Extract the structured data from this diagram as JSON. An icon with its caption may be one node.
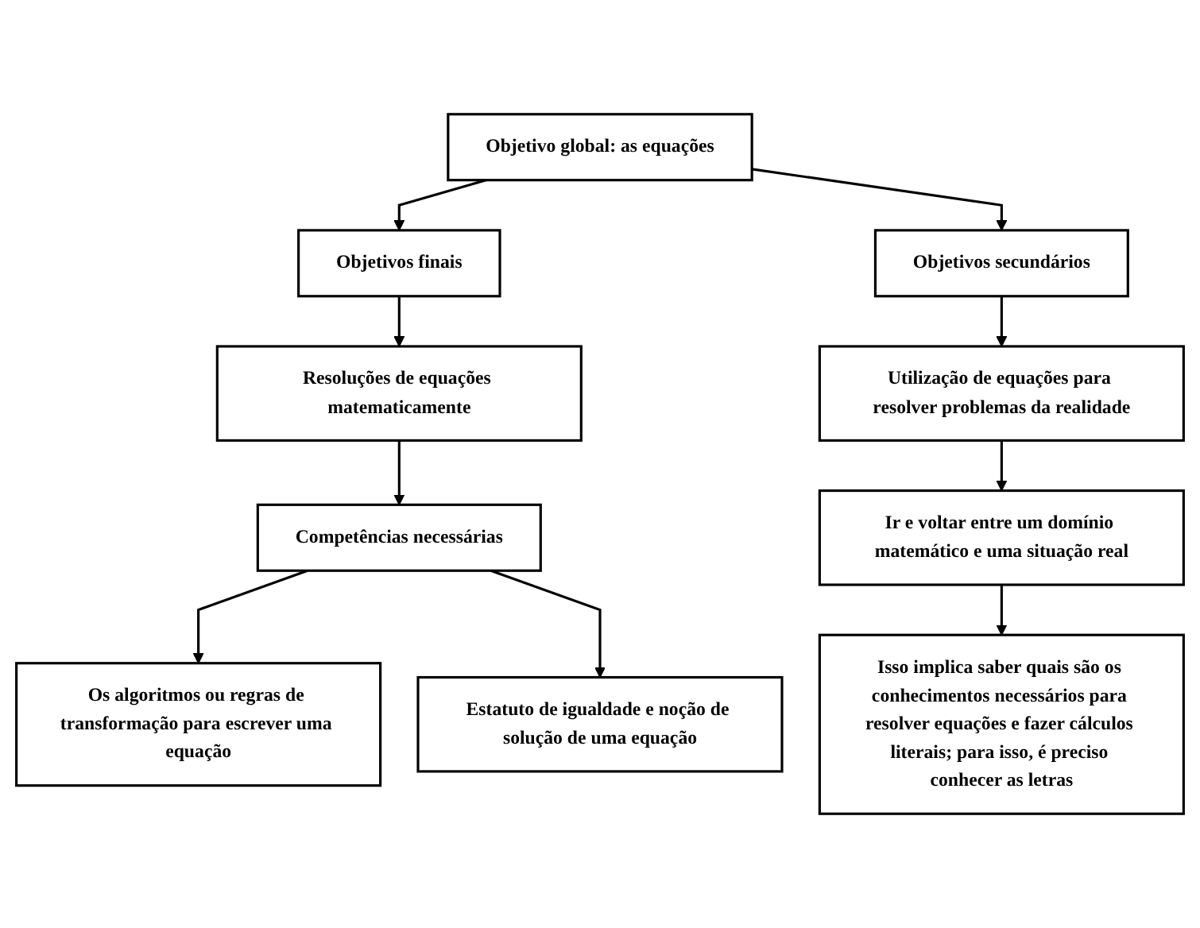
{
  "diagram": {
    "nodes": [
      {
        "text": [
          "Objetivo global: as equações"
        ]
      },
      {
        "text": [
          "Objetivos finais"
        ]
      },
      {
        "text": [
          "Objetivos secundários"
        ]
      },
      {
        "text": [
          "Resoluções de equações matematicamente"
        ]
      },
      {
        "text": [
          "Utilização de equações para resolver problemas da realidade"
        ]
      },
      {
        "text": [
          "Competências necessárias"
        ]
      },
      {
        "text": [
          "Ir e voltar entre um domínio matemático e uma situação real"
        ]
      },
      {
        "text": [
          "Isso implica saber quais são os conhecimentos necessários para resolver equações e fazer cálculos literais; para isso, é preciso conhecer as letras"
        ]
      },
      {
        "text": [
          "Os algoritmos ou regras de transformação para escrever uma equação"
        ]
      },
      {
        "text": [
          "Estatuto de igualdade e noção de solução de uma equação"
        ]
      }
    ],
    "edges": [
      {
        "from": 0,
        "to": 1,
        "arrow": "to"
      },
      {
        "from": 0,
        "to": 2,
        "arrow": "to"
      },
      {
        "from": 1,
        "to": 3,
        "arrow": "to"
      },
      {
        "from": 2,
        "to": 4,
        "arrow": "to"
      },
      {
        "from": 3,
        "to": 5,
        "arrow": "to"
      },
      {
        "from": 4,
        "to": 6,
        "arrow": "to"
      },
      {
        "from": 6,
        "to": 7,
        "arrow": "to"
      },
      {
        "from": 5,
        "to": 8,
        "arrow": "to"
      },
      {
        "from": 5,
        "to": 9,
        "arrow": "to"
      }
    ]
  }
}
